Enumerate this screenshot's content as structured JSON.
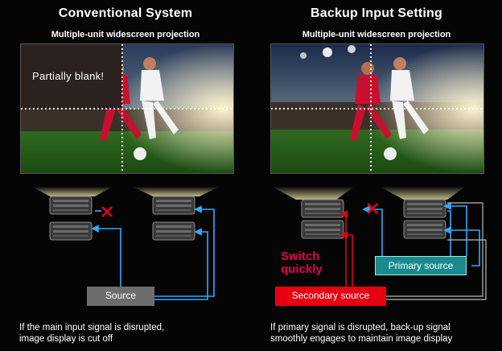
{
  "left": {
    "title": "Conventional System",
    "subtitle": "Multiple-unit widescreen projection",
    "blank_label": "Partially blank!",
    "source_label": "Source",
    "caption_line1": "If the main input signal is disrupted,",
    "caption_line2": "image display is cut off"
  },
  "right": {
    "title": "Backup Input Setting",
    "subtitle": "Multiple-unit widescreen projection",
    "switch_line1": "Switch",
    "switch_line2": "quickly",
    "primary_label": "Primary source",
    "secondary_label": "Secondary source",
    "caption_line1": "If primary signal is disrupted, back-up signal",
    "caption_line2": "smoothly engages to maintain image display"
  },
  "colors": {
    "primary_line": "#33aaff",
    "secondary_line": "#e60012",
    "source_line": "#cccccc",
    "switch_text": "#e6004c",
    "primary_box": "#1a8a8e",
    "secondary_box": "#e60012",
    "source_box": "#6d6d6d"
  },
  "icons": [
    "projector-icon",
    "cross-mark-icon",
    "arrow-up-icon"
  ]
}
